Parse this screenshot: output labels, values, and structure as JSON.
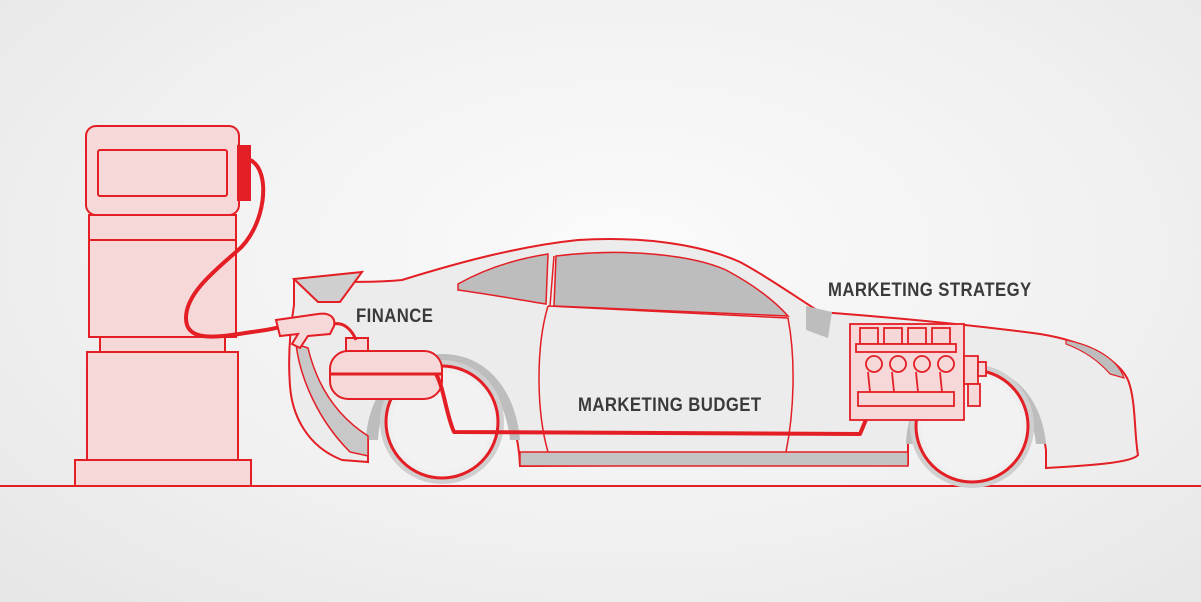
{
  "labels": {
    "finance": "FINANCE",
    "marketing_budget": "MARKETING BUDGET",
    "marketing_strategy": "MARKETING STRATEGY"
  },
  "colors": {
    "line": "#e31e24",
    "pale": "#f6d8d8",
    "grey_fill": "#bdbdbd",
    "light_fill": "#e6e6e6",
    "text": "#3a3a3a"
  },
  "icons": {
    "fuel_pump": "fuel-pump-icon",
    "car": "sports-car-icon",
    "fuel_tank": "fuel-tank-icon",
    "engine": "engine-icon"
  }
}
